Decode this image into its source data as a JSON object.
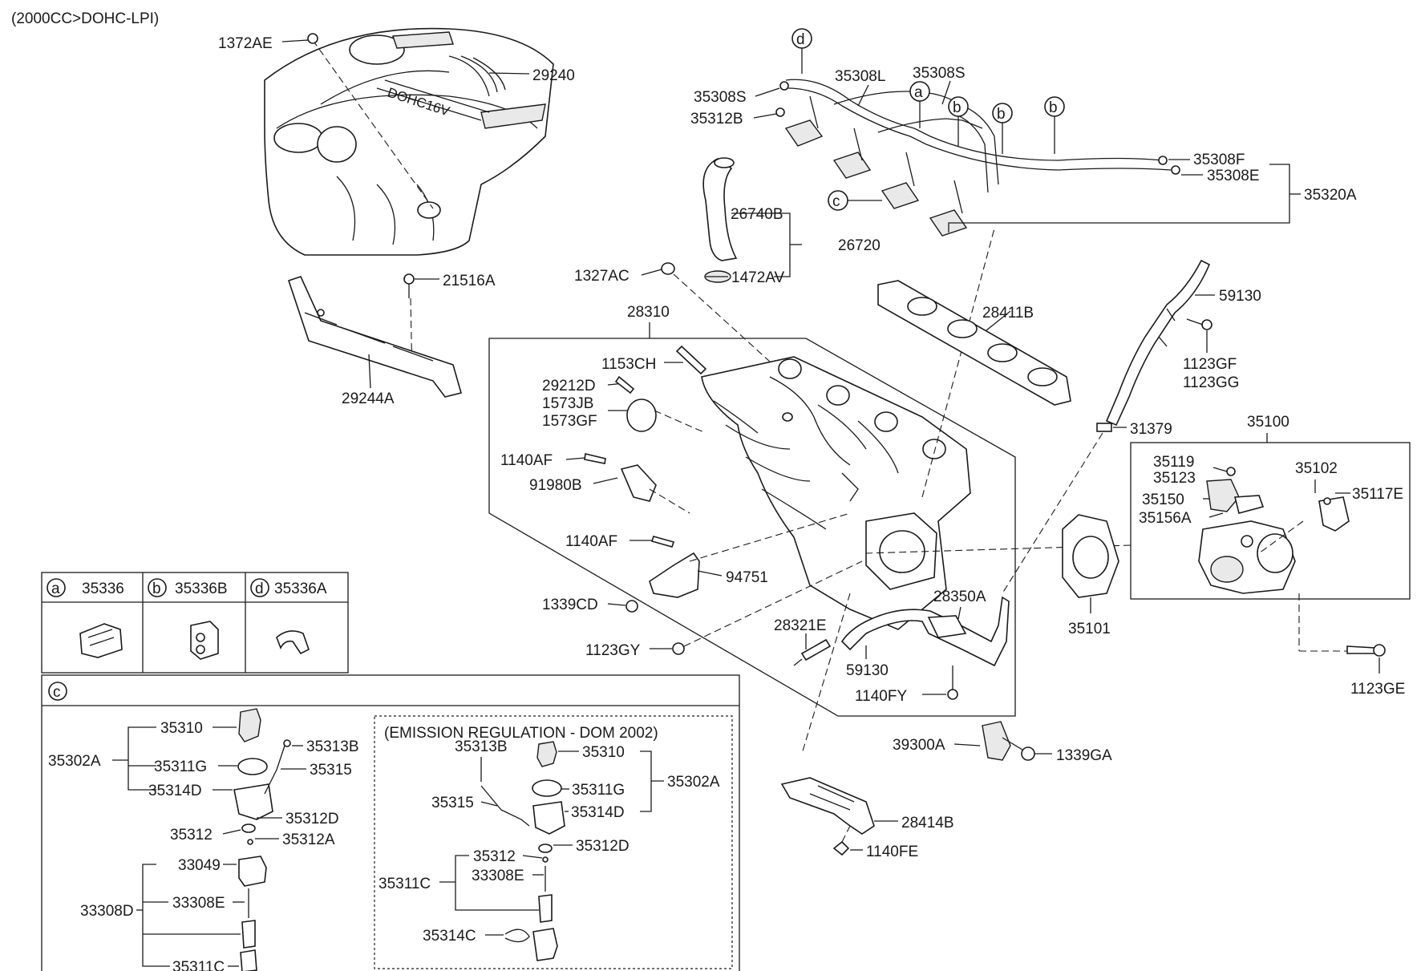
{
  "header": {
    "engine_spec": "(2000CC>DOHC-LPI)"
  },
  "cover": {
    "brand_text": "DOHC16V"
  },
  "parts": {
    "p1372AE": "1372AE",
    "p29240": "29240",
    "p21516A": "21516A",
    "p29244A": "29244A",
    "p35308S_1": "35308S",
    "p35308L": "35308L",
    "p35308S_2": "35308S",
    "p35312B": "35312B",
    "p35308F": "35308F",
    "p35308E": "35308E",
    "p35320A": "35320A",
    "p26740B": "26740B",
    "p26720": "26720",
    "p1327AC": "1327AC",
    "p1472AV": "1472AV",
    "p28310": "28310",
    "p28411B": "28411B",
    "p59130_top": "59130",
    "p1123GF": "1123GF",
    "p1123GG": "1123GG",
    "p1153CH": "1153CH",
    "p29212D": "29212D",
    "p1573JB": "1573JB",
    "p1573GF": "1573GF",
    "p1140AF_1": "1140AF",
    "p91980B": "91980B",
    "p1140AF_2": "1140AF",
    "p94751": "94751",
    "p1339CD": "1339CD",
    "p1123GY": "1123GY",
    "p31379": "31379",
    "p35100": "35100",
    "p35119": "35119",
    "p35123": "35123",
    "p35150": "35150",
    "p35156A": "35156A",
    "p35102": "35102",
    "p35117E": "35117E",
    "p28350A": "28350A",
    "p28321E": "28321E",
    "p59130_bot": "59130",
    "p1140FY": "1140FY",
    "p35101": "35101",
    "p1123GE": "1123GE",
    "p39300A": "39300A",
    "p1339GA": "1339GA",
    "p28414B": "28414B",
    "p1140FE": "1140FE"
  },
  "callouts": {
    "a": "a",
    "b": "b",
    "c": "c",
    "d": "d"
  },
  "clip_table": {
    "cells": [
      {
        "letter": "a",
        "part": "35336"
      },
      {
        "letter": "b",
        "part": "35336B"
      },
      {
        "letter": "d",
        "part": "35336A"
      }
    ]
  },
  "detail_c": {
    "letter": "c",
    "left": {
      "p35310": "35310",
      "p35313B": "35313B",
      "p35302A": "35302A",
      "p35311G": "35311G",
      "p35315": "35315",
      "p35314D": "35314D",
      "p35312D": "35312D",
      "p35312": "35312",
      "p35312A": "35312A",
      "p33049": "33049",
      "p33308E": "33308E",
      "p33308D": "33308D",
      "p35311C": "35311C"
    },
    "emission": {
      "title": "(EMISSION REGULATION - DOM 2002)",
      "p35313B": "35313B",
      "p35310": "35310",
      "p35311G": "35311G",
      "p35302A": "35302A",
      "p35315": "35315",
      "p35314D": "35314D",
      "p35312D": "35312D",
      "p35312": "35312",
      "p33308E": "33308E",
      "p35311C": "35311C",
      "p35314C": "35314C"
    }
  }
}
